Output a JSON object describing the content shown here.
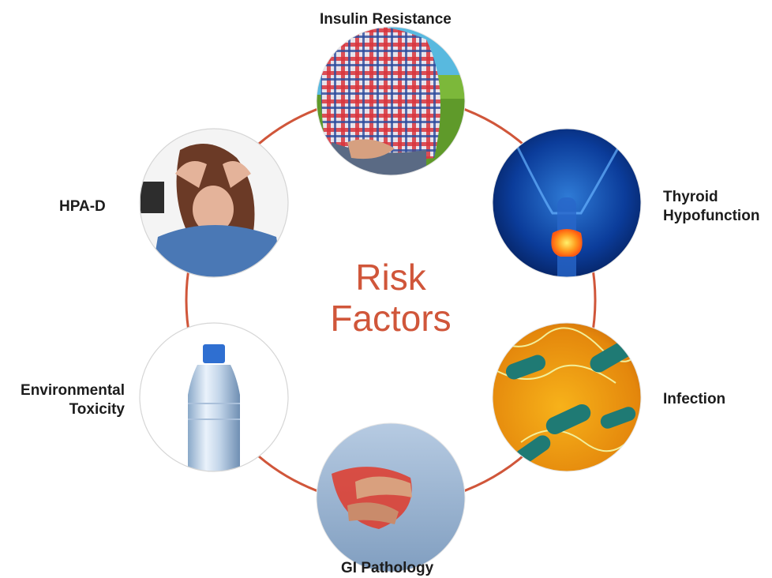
{
  "center_title": {
    "line1": "Risk",
    "line2": "Factors"
  },
  "colors": {
    "ring": "#d0563a",
    "title": "#d0563a",
    "label": "#1c1c1c"
  },
  "factors": [
    {
      "id": "insulin",
      "lines": [
        "Insulin Resistance"
      ],
      "image": "overweight-belly-photo"
    },
    {
      "id": "thyroid",
      "lines": [
        "Thyroid",
        "Hypofunction"
      ],
      "image": "thyroid-xray-illustration"
    },
    {
      "id": "infection",
      "lines": [
        "Infection"
      ],
      "image": "bacteria-illustration"
    },
    {
      "id": "gi",
      "lines": [
        "GI Pathology"
      ],
      "image": "stomach-pain-photo"
    },
    {
      "id": "environmental",
      "lines": [
        "Environmental",
        "Toxicity"
      ],
      "image": "water-bottle-photo"
    },
    {
      "id": "hpa",
      "lines": [
        "HPA-D"
      ],
      "image": "stressed-woman-photo"
    }
  ]
}
